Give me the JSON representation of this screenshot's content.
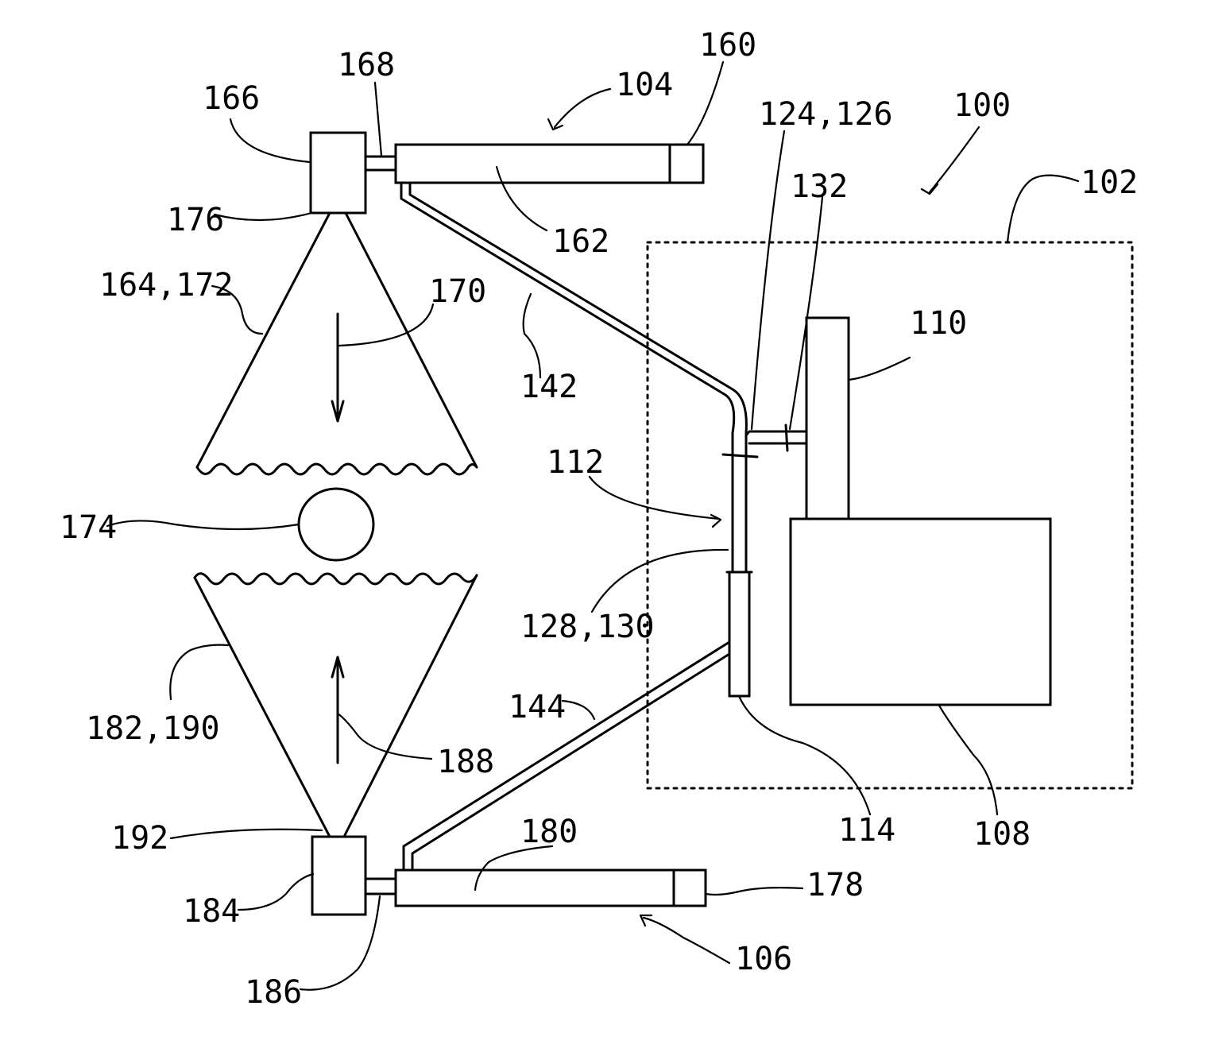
{
  "labels": {
    "r100": "100",
    "r102": "102",
    "r104": "104",
    "r106": "106",
    "r108": "108",
    "r110": "110",
    "r112": "112",
    "r114": "114",
    "r124_126": "124,126",
    "r128_130": "128,130",
    "r132": "132",
    "r142": "142",
    "r144": "144",
    "r160": "160",
    "r162": "162",
    "r164_172": "164,172",
    "r166": "166",
    "r168": "168",
    "r170": "170",
    "r174": "174",
    "r176": "176",
    "r178": "178",
    "r180": "180",
    "r182_190": "182,190",
    "r184": "184",
    "r186": "186",
    "r188": "188",
    "r192": "192"
  }
}
